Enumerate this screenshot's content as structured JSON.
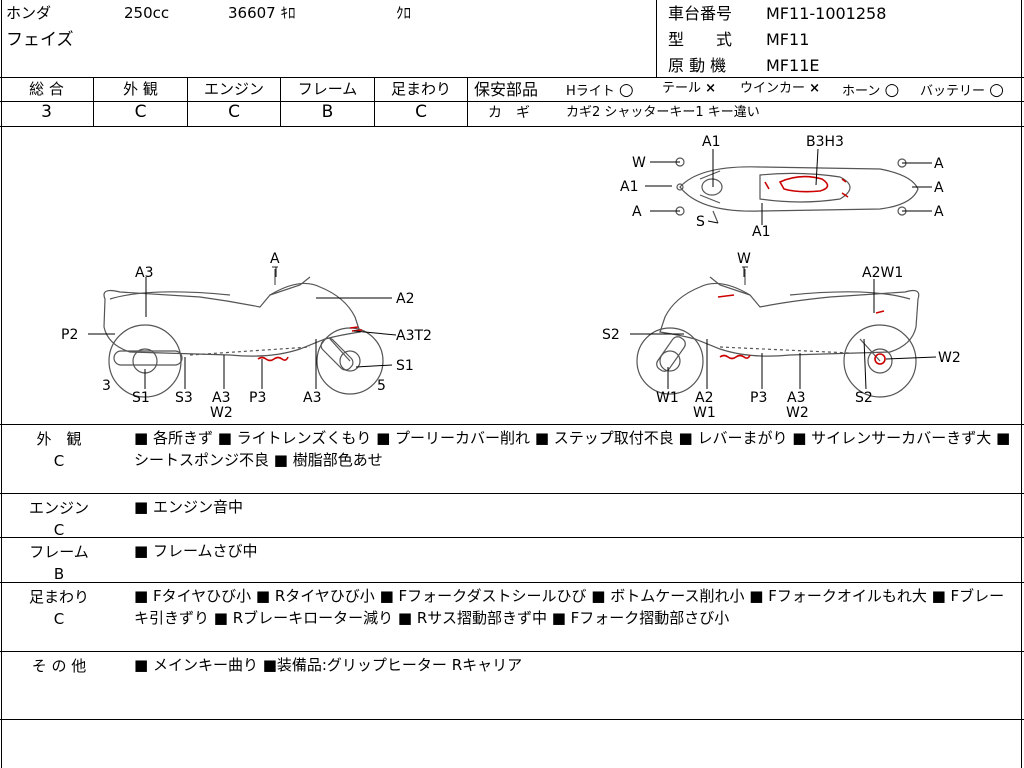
{
  "header": {
    "maker": "ホンダ",
    "displacement": "250cc",
    "mileage": "36607 ｷﾛ",
    "color": "ｸﾛ",
    "model_name": "フェイズ",
    "frame_no_label": "車台番号",
    "frame_no": "MF11-1001258",
    "model_label": "型　　式",
    "model_code": "MF11",
    "engine_label": "原 動 機",
    "engine_code": "MF11E"
  },
  "grades": {
    "headers": [
      "総 合",
      "外 観",
      "エンジン",
      "フレーム",
      "足まわり"
    ],
    "values": [
      "3",
      "C",
      "C",
      "B",
      "C"
    ]
  },
  "safety": {
    "label": "保安部品",
    "items": [
      {
        "name": "Hライト",
        "mark": "○"
      },
      {
        "name": "テール",
        "mark": "×"
      },
      {
        "name": "ウインカー",
        "mark": "×"
      },
      {
        "name": "ホーン",
        "mark": "○"
      },
      {
        "name": "バッテリー",
        "mark": "○"
      }
    ]
  },
  "keys": {
    "label": "カ　ギ",
    "value": "カギ2 シャッターキー1 キー違い"
  },
  "diagram_labels": {
    "top": {
      "w": "W",
      "a1_top": "A1",
      "b3h3": "B3H3",
      "a1_left": "A1",
      "a_left": "A",
      "s": "S",
      "a1_bottom": "A1",
      "a_r1": "A",
      "a_r2": "A",
      "a_r3": "A"
    },
    "left": {
      "a_mirror": "A",
      "a3_top": "A3",
      "a2": "A2",
      "p2": "P2",
      "a3t2": "A3T2",
      "s1_right": "S1",
      "n3": "3",
      "n5": "5",
      "s1": "S1",
      "s3": "S3",
      "a3": "A3",
      "w2": "W2",
      "p3": "P3",
      "a3_b": "A3"
    },
    "right": {
      "w_mirror": "W",
      "a2w1": "A2W1",
      "s2_left": "S2",
      "w2_right": "W2",
      "w1": "W1",
      "a2": "A2",
      "w1_b": "W1",
      "p3": "P3",
      "a3": "A3",
      "w2": "W2",
      "s2": "S2"
    }
  },
  "sections": [
    {
      "label1": "外　観",
      "label2": "C",
      "text": "■ 各所きず ■ ライトレンズくもり ■ プーリーカバー削れ ■ ステップ取付不良 ■ レバーまがり ■ サイレンサーカバーきず大 ■ シートスポンジ不良 ■ 樹脂部色あせ"
    },
    {
      "label1": "エンジン",
      "label2": "C",
      "text": "■ エンジン音中"
    },
    {
      "label1": "フレーム",
      "label2": "B",
      "text": "■ フレームさび中"
    },
    {
      "label1": "足まわり",
      "label2": "C",
      "text": "■ Fタイヤひび小 ■ Rタイヤひび小 ■ Fフォークダストシールひび ■ ボトムケース削れ小 ■ Fフォークオイルもれ大 ■ Fブレーキ引きずり ■ Rブレーキローター減り ■ Rサス摺動部きず中 ■ Fフォーク摺動部さび小"
    },
    {
      "label1": "そ の 他",
      "label2": "",
      "text": "■ メインキー曲り ■装備品:グリップヒーター Rキャリア"
    }
  ],
  "colors": {
    "line": "#000000",
    "damage": "#cc0000",
    "sketch": "#555555"
  }
}
